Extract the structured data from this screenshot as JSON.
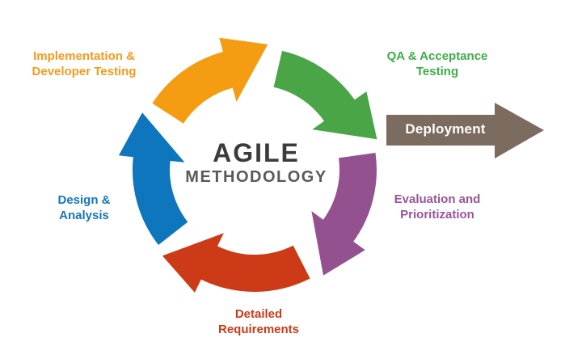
{
  "diagram": {
    "title": "Agile Methodology cycle",
    "center_title": {
      "line1": "AGILE",
      "line2": "METHODOLOGY",
      "line1_color": "#3B3B3D",
      "line2_color": "#595A5C"
    },
    "steps": [
      {
        "name": "implementation-developer-testing",
        "label_line1": "Implementation &",
        "label_line2": "Developer Testing",
        "label_color": "#F7991C",
        "arrow_color": "#F49C12"
      },
      {
        "name": "qa-acceptance-testing",
        "label_line1": "QA & Acceptance",
        "label_line2": "Testing",
        "label_color": "#3FAB49",
        "arrow_color": "#4AA547"
      },
      {
        "name": "evaluation-prioritization",
        "label_line1": "Evaluation and",
        "label_line2": "Prioritization",
        "label_color": "#9A539B",
        "arrow_color": "#94518F"
      },
      {
        "name": "detailed-requirements",
        "label_line1": "Detailed",
        "label_line2": "Requirements",
        "label_color": "#CC3A18",
        "arrow_color": "#CC3A18"
      },
      {
        "name": "design-analysis",
        "label_line1": "Design &",
        "label_line2": "Analysis",
        "label_color": "#1476BE",
        "arrow_color": "#0E76BC"
      }
    ],
    "deployment": {
      "label": "Deployment",
      "arrow_color": "#7C6C60",
      "label_color": "#FFFFFF"
    },
    "background": "#FFFFFF"
  }
}
